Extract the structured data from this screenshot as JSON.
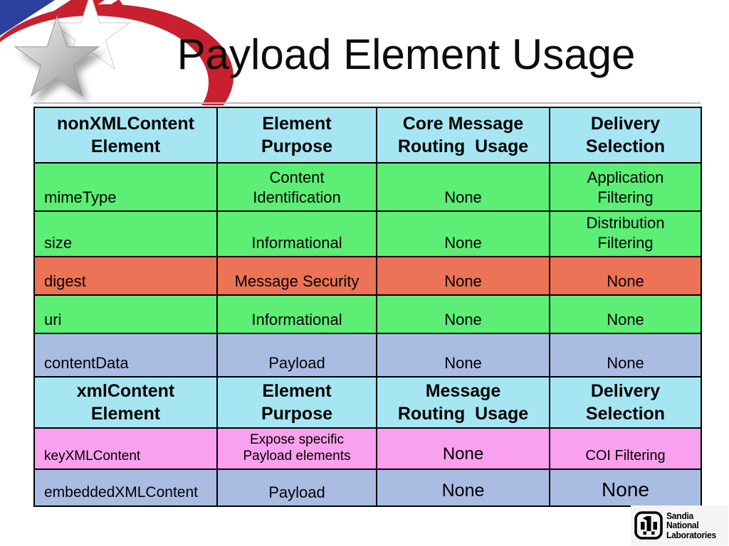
{
  "slide": {
    "title": "Payload Element Usage"
  },
  "colors": {
    "header": "#a6e6f2",
    "green": "#5cee75",
    "orange": "#ec7355",
    "periwinkle": "#a9bde2",
    "pink": "#f9a0ee",
    "table_border": "#000000",
    "flag_red": "#c8202e",
    "flag_blue": "#2b3f9e",
    "star_silver": "#bfbfbf"
  },
  "table": {
    "rows": [
      {
        "type": "header",
        "bg": "header",
        "h": 78,
        "cells": [
          {
            "text": "nonXMLContent\nElement"
          },
          {
            "text": "Element\nPurpose"
          },
          {
            "text": "Core Message\nRouting  Usage"
          },
          {
            "text": "Delivery\nSelection"
          }
        ]
      },
      {
        "type": "data",
        "bg": "green",
        "h": 68,
        "cells": [
          {
            "text": "mimeType"
          },
          {
            "text": "Content\nIdentification"
          },
          {
            "text": "None"
          },
          {
            "text": "Application\nFiltering"
          }
        ]
      },
      {
        "type": "data",
        "bg": "green",
        "h": 63,
        "cells": [
          {
            "text": "size"
          },
          {
            "text": "Informational"
          },
          {
            "text": "None"
          },
          {
            "text": "Distribution\nFiltering"
          }
        ]
      },
      {
        "type": "data",
        "bg": "orange",
        "h": 54,
        "cells": [
          {
            "text": "digest"
          },
          {
            "text": "Message Security"
          },
          {
            "text": "None"
          },
          {
            "text": "None"
          }
        ]
      },
      {
        "type": "data",
        "bg": "green",
        "h": 54,
        "cells": [
          {
            "text": "uri"
          },
          {
            "text": "Informational"
          },
          {
            "text": "None"
          },
          {
            "text": "None"
          }
        ]
      },
      {
        "type": "data",
        "bg": "periwinkle",
        "h": 61,
        "cells": [
          {
            "text": "contentData"
          },
          {
            "text": "Payload"
          },
          {
            "text": "None"
          },
          {
            "text": "None"
          }
        ]
      },
      {
        "type": "header",
        "bg": "header",
        "h": 72,
        "cells": [
          {
            "text": "xmlContent\nElement"
          },
          {
            "text": "Element\nPurpose"
          },
          {
            "text": "Message\nRouting  Usage"
          },
          {
            "text": "Delivery\nSelection"
          }
        ]
      },
      {
        "type": "data",
        "bg": "pink",
        "h": 58,
        "cells": [
          {
            "text": "keyXMLContent",
            "fs": 19
          },
          {
            "text": "Expose specific\nPayload elements",
            "fs": 19
          },
          {
            "text": "None",
            "fs": 24
          },
          {
            "text": "COI Filtering",
            "fs": 20
          }
        ]
      },
      {
        "type": "data",
        "bg": "periwinkle",
        "h": 52,
        "cells": [
          {
            "text": "embeddedXMLContent",
            "fs": 21
          },
          {
            "text": "Payload"
          },
          {
            "text": "None",
            "fs": 25
          },
          {
            "text": "None",
            "fs": 28
          }
        ]
      }
    ]
  },
  "footer_logo": {
    "line1": "Sandia",
    "line2": "National",
    "line3": "Laboratories"
  }
}
